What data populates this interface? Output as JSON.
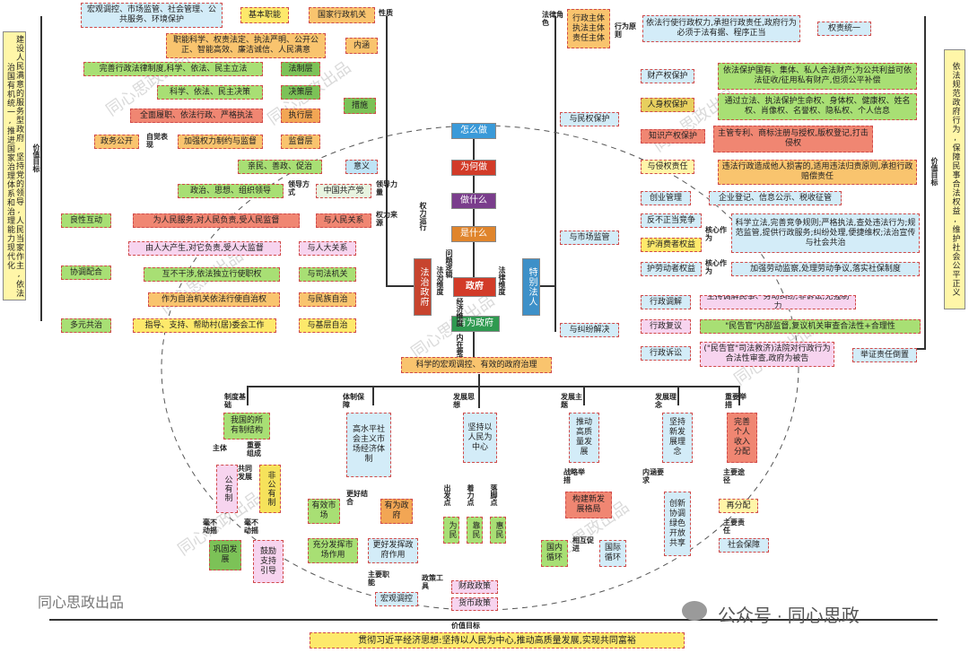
{
  "central": {
    "gov": "政府",
    "legal_person": "特别法人",
    "rule_of_law": "法治政府",
    "promising": "有为政府",
    "how": "怎么做",
    "why": "为何做",
    "what": "做什么",
    "which": "是什么"
  },
  "core_labels": {
    "quanli": "权力运行",
    "wenti": "问题逻辑",
    "fazhi_weidu": "法治维度",
    "falv_weidu": "法律维度",
    "jingji_weidu": "经济维度",
    "neizai": "内在要求"
  },
  "left": {
    "value_goal": "价值目标",
    "value_text": "建设人民满意的服务型政府,坚持党的领导,人民当家作主,依法治国有机统一,推进国家治理体系和治理能力现代化",
    "nature": "性质",
    "guojia": "国家行政机关",
    "jiben": "基本职能",
    "jiben_text": "宏观调控、市场监管、社会管理、公共服务、环境保护",
    "neihan": "内涵",
    "neihan_text": "职能科学、权责法定、执法严明、公开公正、智能高效、廉洁诚信、人民满意",
    "cuoshi": "措施",
    "fazhiceng": "法制层",
    "fazhiceng_text": "完善行政法律制度,科学、依法、民主立法",
    "juecheng": "决策层",
    "juecheng_text": "科学、依法、民主决策",
    "zhixing": "执行层",
    "zhixing_text": "全面履职、依法行政、严格执法",
    "jiandu": "监督层",
    "jiandu_text": "加强权力制约与监督",
    "zijue": "自觉表现",
    "zhengwu": "政务公开",
    "yiyi": "意义",
    "yiyi_text": "亲民、善政、促治",
    "zhongguo": "中国共产党",
    "lingdao": "领导力量",
    "lingdao_fs": "领导方式",
    "lingdao_text": "政治、思想、组织领导",
    "renmin": "与人民关系",
    "renmin_text": "为人民服务,对人民负责,受人民监督",
    "quanli_laiyuan": "权力来源",
    "lianghu": "良性互动",
    "renda": "与人大关系",
    "renda_text": "由人大产生,对它负责,受人大监督",
    "sifa": "与司法机关",
    "sifa_text": "互不干涉,依法独立行使职权",
    "jiceng": "与民族自治",
    "jiceng_text": "作为自治机关依法行使自治权",
    "xietiao": "协调配合",
    "jiceng2": "与基层自治",
    "jiceng2_text": "指导、支持、帮助村(居)委会工作",
    "duoyuan": "多元共治"
  },
  "right": {
    "value_goal": "价值目标",
    "value_text": "依法规范政府行为,保障民事合法权益,维护社会公平正义",
    "falv_juese": "法律角色",
    "xingzheng": "行政主体执法主体责任主体",
    "xingwei": "行为原则",
    "xingwei_text": "依法行使行政权力,承担行政责任,政府行为必须于法有据、程序正当",
    "quanze": "权责统一",
    "minbao": "与民权保护",
    "caichan": "财产权保护",
    "caichan_text": "依法保护国有、集体、私人合法财产;为公共利益可依法征收/征用私有财产,但须公平补偿",
    "renshen": "人身权保护",
    "renshen_text": "通过立法、执法保护生命权、身体权、健康权、姓名权、肖像权、名誉权、隐私权、个人信息",
    "zhishi": "知识产权保护",
    "zhishi_text": "主管专利、商标注册与授权,版权登记,打击侵权",
    "qinquan": "与侵权责任",
    "qinquan_text": "违法行政造成他人损害的,适用违法归责原则,承担行政赔偿责任",
    "shichang": "与市场监管",
    "chuangye": "创业管理",
    "chuangye_text": "企业登记、信息公示、税收征管",
    "fanbuzheng": "反不正当竞争",
    "xiaofei": "护消费者权益",
    "laodong": "护劳动者权益",
    "hexin": "核心作为",
    "hexin_text": "科学立法,完善竞争规则;严格执法,查处违法行为;规范监管,提供行政服务;纠纷处理,便捷维权;法治宣传与社会共治",
    "laodong_text": "加强劳动监察,处理劳动争议,落实社保制度",
    "jiufen": "与纠纷解决",
    "tiaojie": "行政调解",
    "tiaojie_text": "主持调解民事、劳动纠纷,非诉讼,无强制力",
    "fuyi": "行政复议",
    "fuyi_text": "\"民告官\"内部监督,复议机关审查合法性+合理性",
    "susong": "行政诉讼",
    "susong_text": "(\"民告官\"司法救济)法院对行政行为合法性审查,政府为被告",
    "juzheng": "举证责任倒置"
  },
  "bottom": {
    "top": "科学的宏观调控、有效的政府治理",
    "zhidu": "制度基础",
    "zhidu_text": "我国的所有制结构",
    "tizhi": "体制保障",
    "tizhi_text": "高水平社会主义市场经济体制",
    "fazhan_sixiang": "发展思想",
    "fazhan_sixiang_text": "坚持以人民为中心",
    "fazhan_zhuti": "发展主题",
    "fazhan_zhuti_text": "推动高质量发展",
    "fazhan_linian": "发展理念",
    "fazhan_linian_text": "坚持新发展理念",
    "zhongyao": "重要举措",
    "zhongyao_text": "完善个人收入分配",
    "zhuti": "主体",
    "gongyou": "公有制",
    "feigongyou": "非公有制",
    "zhongyao_zucheng": "重要组成",
    "gongtong": "共同发展",
    "haobudongyao": "毫不动摇",
    "haobudongyao2": "毫不动摇",
    "gonggu": "巩固发展",
    "guli": "鼓励支持引导",
    "youxiao": "有效市场",
    "youwei": "有为政府",
    "genghao": "更好结合",
    "shichang_zuoyong": "充分发挥市场作用",
    "zhengfu_zuoyong": "更好发挥政府作用",
    "zhuyao_zhineng": "主要职能",
    "hongguan": "宏观调控",
    "zhengce": "政策工具",
    "caizheng": "财政政策",
    "huobi": "货币政策",
    "chufa": "出发点",
    "yili": "着力点",
    "luojiao": "落脚点",
    "weimin": "为民",
    "kaomin": "靠民",
    "huimin": "惠民",
    "zhanlue": "战略举措",
    "goujian": "构建新发展格局",
    "guonei": "国内循环",
    "guoji": "国际循环",
    "xianghu": "相互促进",
    "neihan_yaoqiu": "内涵要求",
    "chuangxin": "创新协调绿色开放共享",
    "zhuyao_tujing": "主要途径",
    "zaifenpei": "再分配",
    "zhuyao_zeren": "主要责任",
    "shehui": "社会保障",
    "value": "价值目标",
    "value_text": "贯彻习近平经济思想:坚持以人民为中心,推动高质量发展,实现共同富裕"
  },
  "watermark": "同心思政出品",
  "footer": "公众号 · 同心思政"
}
